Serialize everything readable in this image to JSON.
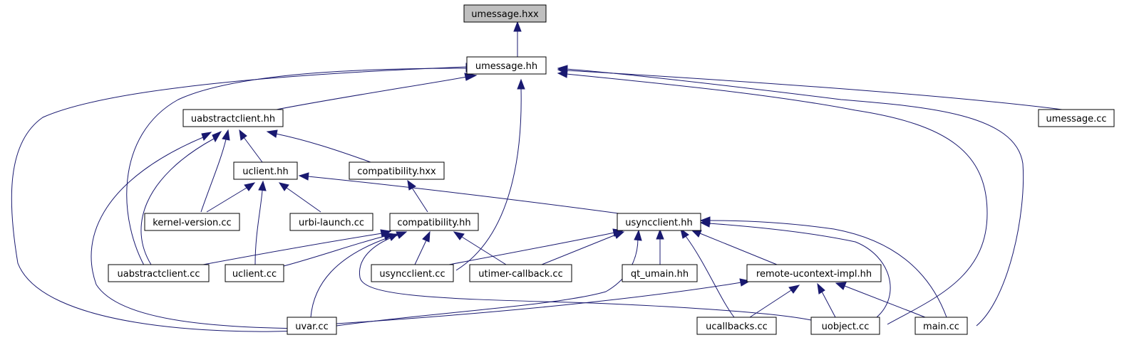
{
  "graph": {
    "nodes": [
      {
        "id": "n_umessage_hxx",
        "label": "umessage.hxx",
        "root": true
      },
      {
        "id": "n_umessage_hh",
        "label": "umessage.hh"
      },
      {
        "id": "n_uabstractclient_hh",
        "label": "uabstractclient.hh"
      },
      {
        "id": "n_umessage_cc",
        "label": "umessage.cc"
      },
      {
        "id": "n_uclient_hh",
        "label": "uclient.hh"
      },
      {
        "id": "n_compatibility_hxx",
        "label": "compatibility.hxx"
      },
      {
        "id": "n_kernel_version_cc",
        "label": "kernel-version.cc"
      },
      {
        "id": "n_urbi_launch_cc",
        "label": "urbi-launch.cc"
      },
      {
        "id": "n_compatibility_hh",
        "label": "compatibility.hh"
      },
      {
        "id": "n_usyncclient_hh",
        "label": "usyncclient.hh"
      },
      {
        "id": "n_uabstractclient_cc",
        "label": "uabstractclient.cc"
      },
      {
        "id": "n_uclient_cc",
        "label": "uclient.cc"
      },
      {
        "id": "n_usyncclient_cc",
        "label": "usyncclient.cc"
      },
      {
        "id": "n_utimer_callback_cc",
        "label": "utimer-callback.cc"
      },
      {
        "id": "n_qt_umain_hh",
        "label": "qt_umain.hh"
      },
      {
        "id": "n_remote_ucontext_impl_hh",
        "label": "remote-ucontext-impl.hh"
      },
      {
        "id": "n_uvar_cc",
        "label": "uvar.cc"
      },
      {
        "id": "n_ucallbacks_cc",
        "label": "ucallbacks.cc"
      },
      {
        "id": "n_uobject_cc",
        "label": "uobject.cc"
      },
      {
        "id": "n_main_cc",
        "label": "main.cc"
      }
    ]
  }
}
